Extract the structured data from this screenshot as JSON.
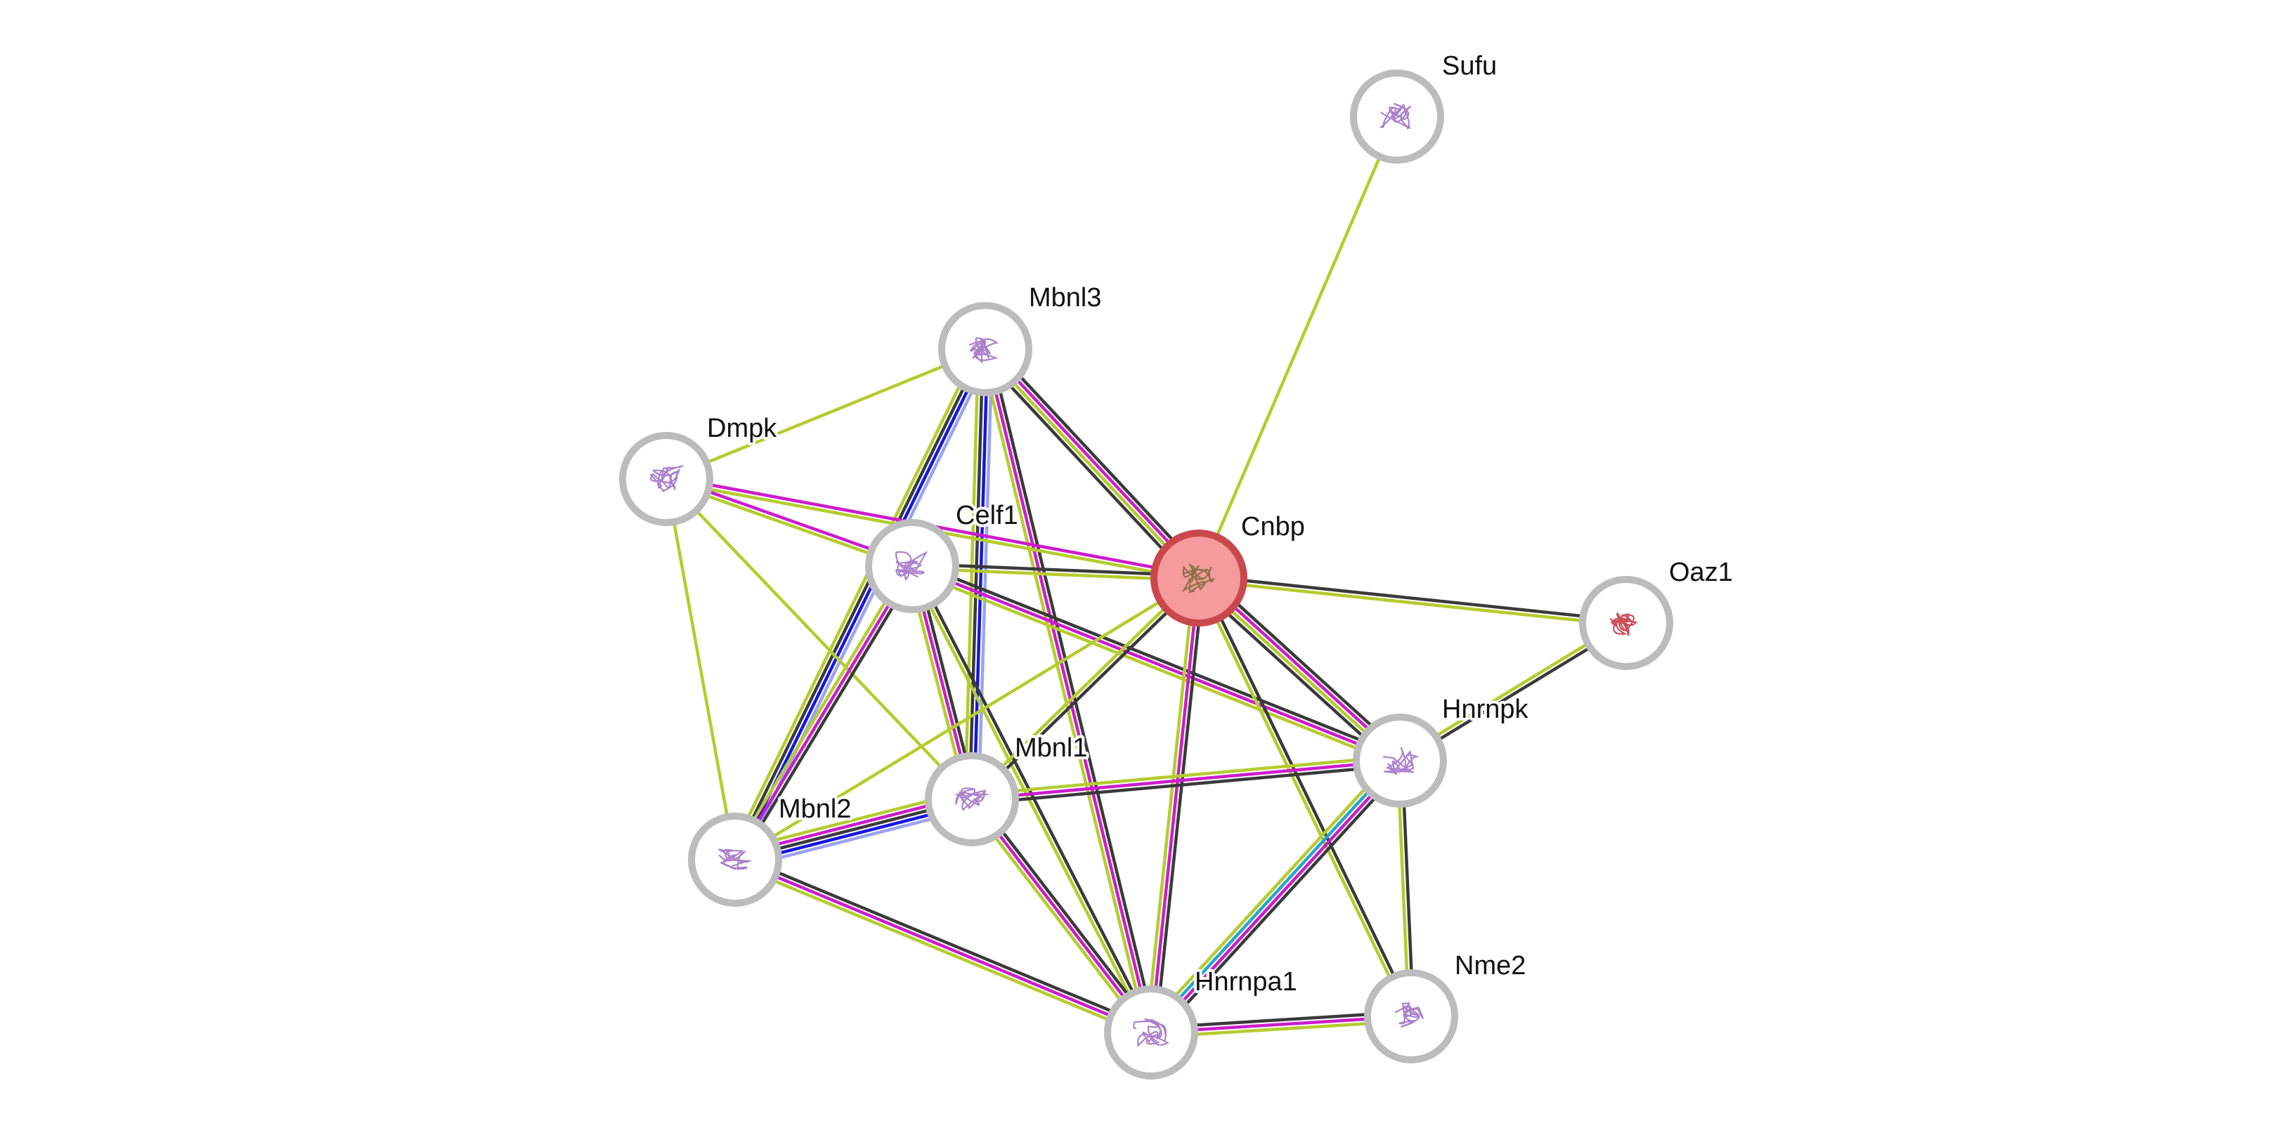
{
  "network": {
    "query_protein": "Cnbp",
    "colors": {
      "node_ring": "#bcbcbc",
      "query_fill": "#f59b9b",
      "query_ring": "#c9484e",
      "structure_tint": "#9c6cc2",
      "oaz1_structure_tint": "#c0303e",
      "evidence": {
        "textmining": "#b4cc2e",
        "coexpression": "#3a3a3a",
        "experiments": "#cc1ccc",
        "databases": "#23a6d4",
        "homology": "#1515e6",
        "homology_light": "#9aa4f0"
      }
    },
    "nodes": [
      {
        "id": "Sufu",
        "label": "Sufu",
        "query": false,
        "icon": "protein-structure"
      },
      {
        "id": "Mbnl3",
        "label": "Mbnl3",
        "query": false,
        "icon": "protein-structure"
      },
      {
        "id": "Dmpk",
        "label": "Dmpk",
        "query": false,
        "icon": "protein-structure"
      },
      {
        "id": "Celf1",
        "label": "Celf1",
        "query": false,
        "icon": "protein-structure"
      },
      {
        "id": "Cnbp",
        "label": "Cnbp",
        "query": true,
        "icon": "protein-structure"
      },
      {
        "id": "Oaz1",
        "label": "Oaz1",
        "query": false,
        "icon": "protein-structure"
      },
      {
        "id": "Hnrnpk",
        "label": "Hnrnpk",
        "query": false,
        "icon": "protein-structure"
      },
      {
        "id": "Mbnl1",
        "label": "Mbnl1",
        "query": false,
        "icon": "protein-structure"
      },
      {
        "id": "Mbnl2",
        "label": "Mbnl2",
        "query": false,
        "icon": "protein-structure"
      },
      {
        "id": "Hnrnpa1",
        "label": "Hnrnpa1",
        "query": false,
        "icon": "protein-structure"
      },
      {
        "id": "Nme2",
        "label": "Nme2",
        "query": false,
        "icon": "protein-structure"
      }
    ],
    "edges": [
      {
        "source": "Sufu",
        "target": "Cnbp",
        "evidence": [
          "textmining"
        ]
      },
      {
        "source": "Mbnl3",
        "target": "Dmpk",
        "evidence": [
          "textmining"
        ]
      },
      {
        "source": "Mbnl3",
        "target": "Cnbp",
        "evidence": [
          "coexpression",
          "experiments",
          "textmining",
          "coexpression"
        ]
      },
      {
        "source": "Mbnl3",
        "target": "Mbnl2",
        "evidence": [
          "homology_light",
          "homology",
          "coexpression",
          "textmining"
        ]
      },
      {
        "source": "Mbnl3",
        "target": "Mbnl1",
        "evidence": [
          "homology_light",
          "homology",
          "coexpression",
          "textmining"
        ]
      },
      {
        "source": "Mbnl3",
        "target": "Hnrnpa1",
        "evidence": [
          "coexpression",
          "experiments",
          "textmining"
        ]
      },
      {
        "source": "Dmpk",
        "target": "Cnbp",
        "evidence": [
          "experiments",
          "textmining"
        ]
      },
      {
        "source": "Dmpk",
        "target": "Celf1",
        "evidence": [
          "experiments",
          "textmining"
        ]
      },
      {
        "source": "Dmpk",
        "target": "Mbnl2",
        "evidence": [
          "textmining"
        ]
      },
      {
        "source": "Dmpk",
        "target": "Mbnl1",
        "evidence": [
          "textmining"
        ]
      },
      {
        "source": "Celf1",
        "target": "Cnbp",
        "evidence": [
          "coexpression",
          "textmining"
        ]
      },
      {
        "source": "Celf1",
        "target": "Mbnl2",
        "evidence": [
          "coexpression",
          "experiments",
          "textmining"
        ]
      },
      {
        "source": "Celf1",
        "target": "Mbnl1",
        "evidence": [
          "coexpression",
          "experiments",
          "textmining"
        ]
      },
      {
        "source": "Celf1",
        "target": "Hnrnpk",
        "evidence": [
          "coexpression",
          "experiments",
          "textmining"
        ]
      },
      {
        "source": "Celf1",
        "target": "Hnrnpa1",
        "evidence": [
          "coexpression",
          "textmining"
        ]
      },
      {
        "source": "Cnbp",
        "target": "Oaz1",
        "evidence": [
          "coexpression",
          "textmining"
        ]
      },
      {
        "source": "Cnbp",
        "target": "Hnrnpk",
        "evidence": [
          "coexpression",
          "experiments",
          "textmining",
          "coexpression"
        ]
      },
      {
        "source": "Cnbp",
        "target": "Mbnl2",
        "evidence": [
          "textmining"
        ]
      },
      {
        "source": "Cnbp",
        "target": "Mbnl1",
        "evidence": [
          "coexpression",
          "textmining"
        ]
      },
      {
        "source": "Cnbp",
        "target": "Hnrnpa1",
        "evidence": [
          "coexpression",
          "experiments",
          "textmining"
        ]
      },
      {
        "source": "Cnbp",
        "target": "Nme2",
        "evidence": [
          "coexpression",
          "textmining"
        ]
      },
      {
        "source": "Oaz1",
        "target": "Hnrnpk",
        "evidence": [
          "coexpression",
          "textmining"
        ]
      },
      {
        "source": "Hnrnpk",
        "target": "Mbnl1",
        "evidence": [
          "coexpression",
          "experiments",
          "textmining"
        ]
      },
      {
        "source": "Hnrnpk",
        "target": "Hnrnpa1",
        "evidence": [
          "coexpression",
          "experiments",
          "databases",
          "textmining"
        ]
      },
      {
        "source": "Hnrnpk",
        "target": "Nme2",
        "evidence": [
          "coexpression",
          "textmining"
        ]
      },
      {
        "source": "Mbnl1",
        "target": "Mbnl2",
        "evidence": [
          "homology_light",
          "homology",
          "coexpression",
          "experiments",
          "textmining"
        ]
      },
      {
        "source": "Mbnl1",
        "target": "Hnrnpa1",
        "evidence": [
          "coexpression",
          "experiments",
          "textmining"
        ]
      },
      {
        "source": "Mbnl2",
        "target": "Hnrnpa1",
        "evidence": [
          "coexpression",
          "experiments",
          "textmining"
        ]
      },
      {
        "source": "Hnrnpa1",
        "target": "Nme2",
        "evidence": [
          "coexpression",
          "experiments",
          "textmining"
        ]
      }
    ]
  }
}
